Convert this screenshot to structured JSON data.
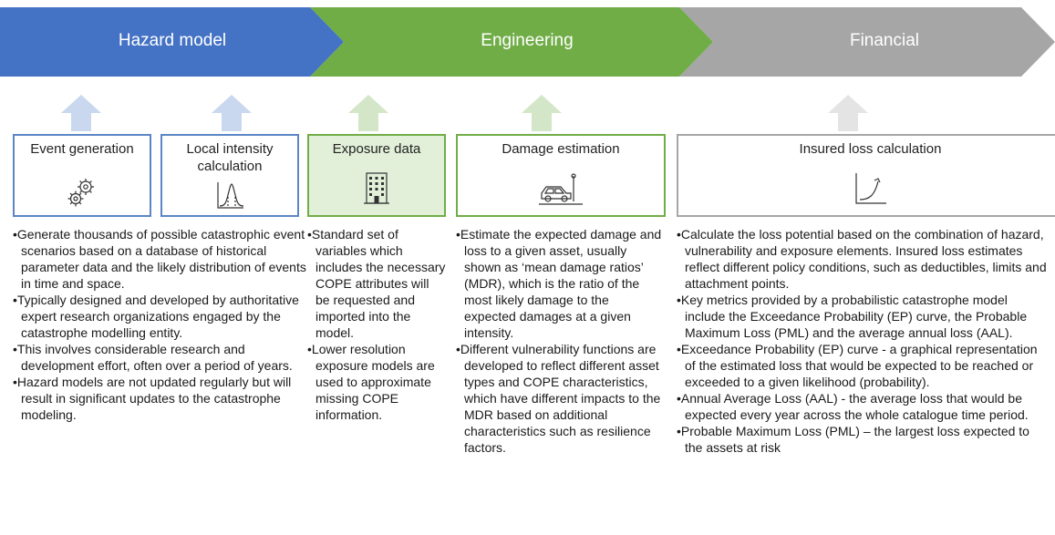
{
  "stages": [
    {
      "label": "Hazard model",
      "color": "#4472c4"
    },
    {
      "label": "Engineering",
      "color": "#70ad47"
    },
    {
      "label": "Financial",
      "color": "#a6a6a6"
    }
  ],
  "boxes": {
    "event_generation": {
      "title": "Event generation",
      "icon": "gears-icon"
    },
    "local_intensity": {
      "title": "Local intensity calculation",
      "icon": "intensity-curve-icon"
    },
    "exposure_data": {
      "title": "Exposure data",
      "icon": "building-icon"
    },
    "damage_estimation": {
      "title": "Damage estimation",
      "icon": "car-crash-icon"
    },
    "insured_loss": {
      "title": "Insured loss calculation",
      "icon": "exponential-curve-icon"
    }
  },
  "descriptions": {
    "hazard": [
      "•Generate thousands of possible catastrophic event scenarios based on a database of historical parameter data and the likely distribution of events in time and space.",
      "•Typically designed and developed by authoritative expert research organizations engaged by the catastrophe modelling entity.",
      "•This involves considerable research and development effort, often over a period of years.",
      "•Hazard models are not updated regularly but will result in significant updates to the catastrophe modeling."
    ],
    "exposure": [
      "•Standard set of variables which includes the necessary COPE attributes will be requested and imported into the model.",
      "•Lower resolution exposure models are used to approximate missing COPE information."
    ],
    "damage": [
      "•Estimate the expected damage and loss to a given asset, usually shown as ‘mean damage ratios’ (MDR), which is the ratio of the most likely damage to the expected damages at a given intensity.",
      "•Different vulnerability functions are developed to reflect different asset types and COPE characteristics, which have different impacts to the MDR based on additional characteristics such as resilience factors."
    ],
    "financial": [
      "•Calculate the loss potential based on the combination of hazard, vulnerability and exposure elements. Insured loss estimates reflect different policy conditions, such as deductibles, limits and attachment points.",
      "•Key metrics provided by a probabilistic catastrophe model include the Exceedance Probability (EP) curve, the Probable Maximum Loss (PML) and the average annual loss (AAL).",
      "•Exceedance Probability (EP) curve - a graphical representation of the estimated loss that would be expected to be reached or exceeded to a given likelihood (probability).",
      "•Annual Average Loss (AAL) - the average loss that would be expected every year across the whole catalogue time period.",
      "•Probable Maximum Loss (PML) – the largest loss expected to the assets at risk"
    ]
  }
}
